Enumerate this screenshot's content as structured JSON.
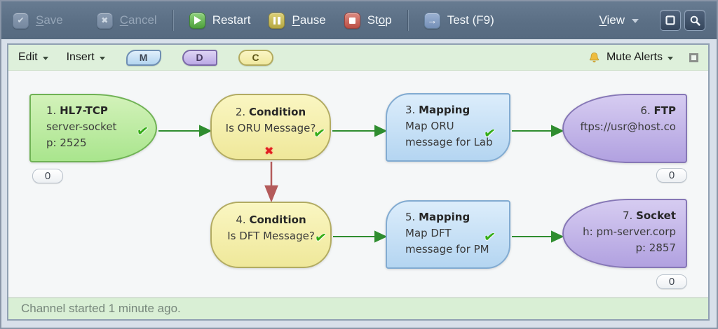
{
  "toolbar": {
    "save": {
      "pre": "",
      "key": "S",
      "post": "ave"
    },
    "cancel": {
      "pre": "",
      "key": "C",
      "post": "ancel"
    },
    "restart": {
      "label": "Restart"
    },
    "pause": {
      "pre": "",
      "key": "P",
      "post": "ause"
    },
    "stop": {
      "pre": "St",
      "key": "o",
      "post": "p"
    },
    "test": {
      "label": "Test (F9)"
    },
    "view": {
      "pre": "",
      "key": "V",
      "post": "iew"
    },
    "glyphs": {
      "save": "✔",
      "cancel": "✖",
      "test": "→"
    }
  },
  "panel_header": {
    "edit": {
      "label": "Edit"
    },
    "insert": {
      "label": "Insert"
    },
    "shapes": [
      {
        "label": "M"
      },
      {
        "label": "D"
      },
      {
        "label": "C"
      }
    ],
    "mute": {
      "label": "Mute Alerts"
    }
  },
  "canvas": {
    "nodes": [
      {
        "num": "1.",
        "type": "HL7-TCP",
        "line1": "server-socket",
        "line2": "p: 2525",
        "badge": "0"
      },
      {
        "num": "2.",
        "type": "Condition",
        "line1": "Is ORU Message?"
      },
      {
        "num": "3.",
        "type": "Mapping",
        "line1": "Map ORU",
        "line2": "message for Lab"
      },
      {
        "num": "4.",
        "type": "Condition",
        "line1": "Is DFT Message?"
      },
      {
        "num": "5.",
        "type": "Mapping",
        "line1": "Map DFT",
        "line2": "message for PM"
      },
      {
        "num": "6.",
        "type": "FTP",
        "line1": "ftps://usr@host.co",
        "badge": "0"
      },
      {
        "num": "7.",
        "type": "Socket",
        "line1": "h: pm-server.corp",
        "line2": "p: 2857",
        "badge": "0"
      }
    ],
    "status_glyphs": {
      "success": "✔",
      "error": "✖"
    }
  },
  "status_bar": {
    "text": "Channel started 1 minute ago."
  },
  "colors": {
    "toolbar_bg": "#5d7187",
    "header_bg": "#def0db",
    "status_bg": "#d9efd5",
    "canvas_bg": "#f5f7f8",
    "node_green": "#b7ea9c",
    "node_yellow": "#f5efa9",
    "node_blue": "#c2ddf4",
    "node_purple": "#bfb0e6",
    "arrow_green": "#2f8d2f",
    "arrow_red": "#b45b5b",
    "restart_icon": "#59ad46",
    "pause_icon": "#c8ba58",
    "stop_icon": "#c4574e",
    "test_icon": "#7e99c0",
    "bell_icon": "#eebd3f"
  }
}
